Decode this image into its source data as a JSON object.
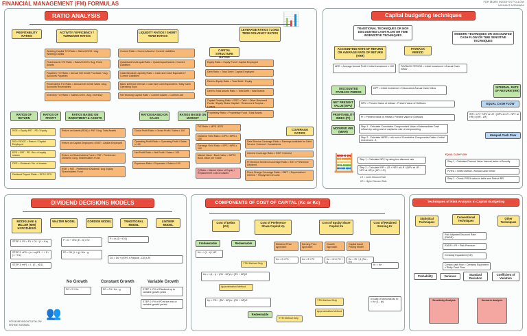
{
  "header": {
    "title": "FINANCIAL MANAGEMENT (FM) FORMULAS",
    "right_line1": "FOR MORE INSIGHTS FOLLOW",
    "right_line2": "NISHANT AGRAWAL"
  },
  "ratio": {
    "title": "RATIO ANALYSIS",
    "profitability": "PROFITABILITY RATIOS",
    "activity": "ACTIVITY / EFFICIENCY / TURNOVER RATIOS",
    "liquidity": "LIQUIDITY RATIOS / SHORT TERM RATIOS",
    "leverage": "LEVERAGE RATIOS / LONG TERM SOLVENCY RATIOS",
    "act_items": [
      "Working Capital T/O Ratio = Sales/COGS / Avg. Working Capital",
      "Fixed Assets T/O Ratio = Sales/COGS / Avg. Fixed Assets",
      "Payables T/O Ratio = Annual Net Credit Purchase / Avg. Accounts Payables",
      "Receivables T/O Ratio = Annual Net Credit Sales / Avg. Accounts Receivables",
      "Inventory T/O Ratio = Sales/COGS / Avg. Inventory"
    ],
    "liq_items": [
      "Current Ratio = Current Assets / Current Liabilities",
      "Quick/Acid test/Liquid Ratio = Quick/Liquid Assets / Current Liabilities",
      "Cash/Absolute Liquidity Ratio = Cash and Cash Equivalent / Current Liabilities",
      "Basic Defence Interval = Cash and Cash Equivalent / Daily Cash Operating Exps",
      "Net Working Capital Ratio = Current Assets - Current Liab"
    ],
    "cap_structure": "CAPITAL STRUCTURE RATIOS",
    "lev_items": [
      "Equity Ratio = Equity Fund / Capital Employed",
      "Debt Ratio = Total Debt / Capital Employed",
      "Debt to Equity Ratio = Total Debt / Equity",
      "Debt to Total Assets Ratio = Total Debt / Total Assets",
      "Capital Gearing Ratio = PSC + Debt + Other Borrowed Funds / Equity Share Capital + Reserves & Surplus - Losses",
      "Proprietary Ratio = Proprietary Fund / Total Assets"
    ],
    "coverage": "COVERAGE RATIOS",
    "cov_items": [
      "Debt Service Coverage Ratio = Earnings available for Debt Service / Interest + Instalments",
      "Interest Coverage Ratio = EBIT / Interest",
      "Preference Dividend Coverage Ratio = EAT / Preference Dividend",
      "Fixed Charge Coverage Ratio = EBIT + Depreciation / Interest + Repayment of Loan"
    ],
    "section_labels": [
      "RATIOS OF RETURN",
      "RATIOS OF PROFIT",
      "RATIOS BASED ON INVESTMENT & ASSETS",
      "RATIOS BASED ON SALES",
      "RATIOS BASED ON MARKET"
    ],
    "ret_items": [
      "ROE = Equity PAT - PD / Equity",
      "ROI / ROCE = Return / Capital Employed",
      "EPS = PAT - PD / No. of equity shares",
      "DPS = Dividend / No. of shares",
      "Dividend Payout Ratio = DPS / EPS"
    ],
    "prof_items": [
      "Return on Assets (ROA) = PAT / Avg. Total Assets",
      "Return on Capital Employed = EBIT / Capital Employed",
      "Return on Shareholders Fund = PAT - Preference Dividend / Avg. Shareholders Fund",
      "ROE = PAT - Preference Dividend / Avg. Equity Shareholders Fund"
    ],
    "sales_items": [
      "Gross Profit Ratio = Gross Profit / Sales x 100",
      "Operating Profit Ratio = Operating Profit / Sales x 100",
      "Net Profit Ratio = Net Profit / Sales x 100",
      "Expenses Ratio = Expenses / Sales x 100"
    ],
    "market_items": [
      "P/E Ratio = MPS / EPS",
      "Dividend Yield Ratio = DPS / MPS x 100",
      "Earnings Yield Ratio = EPS / MPS x 100",
      "Market Value / Book Value = MPS / Book Value per Share",
      "Q Ratio = Market Value of Equity / Replacement Cost of Assets"
    ]
  },
  "capbud": {
    "title": "Capital budgeting techniques",
    "traditional": "TRADITIONAL TECHNIQUES OR NON DISCOUNTED CASH FLOW OR TIME INSENSITIVE TECHNIQUES",
    "modern": "MODERN TECHNIQUES OR DISCOUNTED CASH FLOW OR TIME SENSITIVE TECHNIQUES",
    "arr": "ACCOUNTING RATE OF RETURN OR AVERAGE RATE OF RETURN (ARR)",
    "arr_formula": "ARR = Average Annual Profit / Initial Investment x 100",
    "payback": "PAYBACK PERIOD",
    "payback_formula": "PAYBACK PERIOD = Initial Investment / Annual Cash Inflow",
    "discounted_pb": "DISCOUNTED PAYBACK PERIOD",
    "dpb_formula": "DPP = Initial Investment / Discounted Annual Cash Inflow",
    "irr": "INTERNAL RATE OF RETURN (IRR)",
    "npv": "NET PRESENT VALUE (NPV)",
    "npv_formula": "NPV = Present Value of Inflows - Present Value of Outflows",
    "pi": "PROFITABILITY INDEX (PI)",
    "pi_formula": "PI = Present Value of Inflows / Present Value of Outflows",
    "mirr": "MODIFIED IRR (MIRR)",
    "mirr_steps": [
      "Step 1 : Calculate Cumulative Compounded Value of Intermediate Cash Inflows by using cost of capital as rate of compounding",
      "Step 2 : Calculate MIRR = nth root of Cumulative Compounded Value / Initial Investment - 1"
    ],
    "irr_steps": [
      "Step 1 : Calculate NPV by using two discount rate",
      "Step 2 : Calculate IRR = LR + NPV at LR / (NPV at LR - NPV at HR) x (HR - LR)"
    ],
    "irr_legend": [
      "LR = Lower Discount Rate",
      "HR = Higher Discount Rate"
    ],
    "equal_cf": "EQUAL CASH FLOW",
    "equal_steps": [
      "Step 1 : Calculate Present Value Interest factor of Annuity",
      "PVIFA = Initial Outflow / Annual Cash Inflow",
      "Step 2 : Check PVIFA value in table and Select IRR"
    ],
    "irr_formula": "IRR = LR + NPV at LR / (NPV at LR - NPV at HR) x (HR - LR)",
    "unequal_cf": "Unequal Cash Flow"
  },
  "dividend": {
    "title": "DIVIDEND DECISIONS MODELS",
    "models": [
      "MODIGLIANI & MILLER (MM) HYPOTHESIS",
      "WALTER MODEL",
      "GORDON MODEL",
      "TRADITIONAL MODEL",
      "LINTNER MODEL"
    ],
    "mm_steps": [
      "STEP 1: P0 = P1 + D1 / (1 + Ke)",
      "STEP 2: nP0 = (n + m)P1 - I + E / (1 + Ke)",
      "STEP 3: mP1 = I - (E - nD1)"
    ],
    "walter_formula": "P = D + r/Ke (E - D) / Ke",
    "gordon_formula": "P0 = D0 (1 + g) / Ke - g",
    "traditional_formula": "P = m (D + E/3)",
    "lintner_formula": "D1 = D0 + [(EPS x Payout) - D0] x Af",
    "growth_labels": [
      "No Growth",
      "Constant Growth",
      "Variable Growth"
    ],
    "no_growth": "P0 = D / Ke",
    "constant_growth": "P0 = D1 / Ke - g",
    "variable_steps": [
      "STEP 1: PV of Dividend up to variable growth years",
      "STEP 2: PV of P0 at the end of variable growth period"
    ],
    "footer_line1": "FOR MORE INSIGHTS FOLLOW",
    "footer_line2": "NISHANT AGRAWAL"
  },
  "cost": {
    "title": "COMPONENTS OF COST OF CAPITAL (Kc or Ko)",
    "components": [
      "Cost of Debts (Kd)",
      "Cost of Preference Share Capital Kp",
      "Cost of Equity Share Capital Ke",
      "Cost of Retained Earning Kr"
    ],
    "kd_types": [
      "Irredeemable",
      "Redeemable"
    ],
    "kd_irredeemable": "Kd = I (1 - t) / NP",
    "kd_redeemable": "Kd = I (1 - t) + (RV - NP)/n / (RV + NP)/2",
    "ytm": "YTM Method Only",
    "approx": "Approximation Method",
    "kp_formula": "Kp = PD + (RV - NP)/n / (RV + NP)/2",
    "ke_approaches": [
      "Dividend Price Approach",
      "Earning Price Approach",
      "Growth Approach",
      "Capital Asset Pricing Model"
    ],
    "ke_dp": "Ke = D / P0",
    "ke_ep": "Ke = E / P0",
    "ke_growth": "Ke = D1 / P0 + g",
    "ke_capm": "Ke = Rf + β (Rm - Rf)",
    "kr_formula": "Kr = Ke",
    "kr_note": "In case of personal tax Kr = Ke (1 - tp)"
  },
  "risk": {
    "title": "Techniques of Risk Analysis in Capital Budgeting",
    "groups": [
      "Statistical Techniques",
      "Conventional Techniques",
      "Other Techniques"
    ],
    "conv_items": [
      "Risk Adjusted Discount Rate (RADR)",
      "Certainty Equivalent (CE)"
    ],
    "stat_items": [
      "Probability",
      "Variance",
      "Standard Deviation",
      "Coefficient of Variation"
    ],
    "other_items": [
      "Sensitivity Analysis",
      "Scenario Analysis"
    ],
    "radr_formula": "RADR = Rf + Risk Premium",
    "ce_formula": "Certain cash flow = Certainty Equivalent x Risky Cash Flow"
  }
}
